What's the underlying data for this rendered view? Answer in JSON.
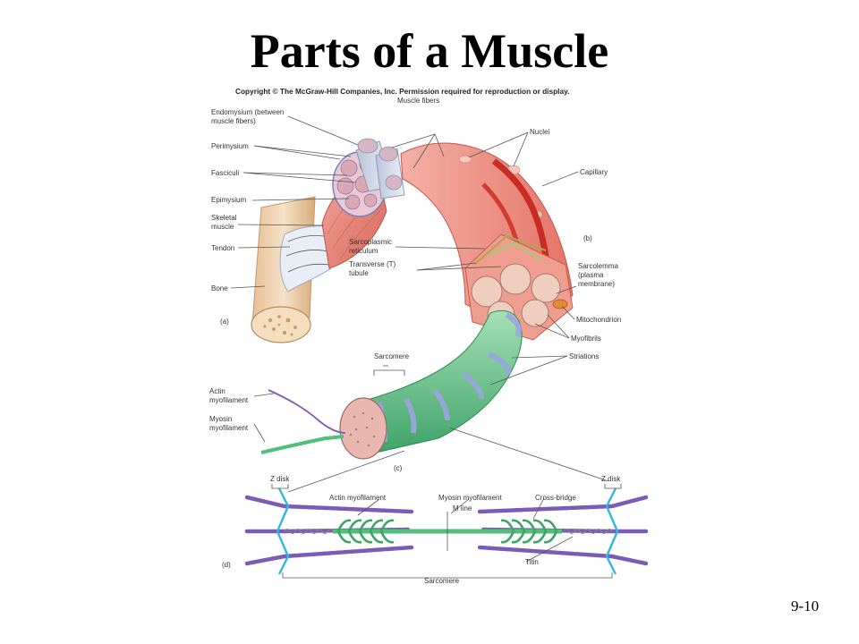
{
  "slide": {
    "title": "Parts of a Muscle",
    "copyright": "Copyright © The McGraw-Hill Companies, Inc. Permission required for reproduction or display.",
    "page_number": "9-10"
  },
  "figure": {
    "panel_letters": [
      "(a)",
      "(b)",
      "(c)",
      "(d)"
    ],
    "labels_a": {
      "endomysium_1": "Endomysium (between",
      "endomysium_2": "muscle fibers)",
      "perimysium": "Perimysium",
      "fasciculi": "Fasciculi",
      "epimysium": "Epimysium",
      "skeletal_1": "Skeletal",
      "skeletal_2": "muscle",
      "tendon": "Tendon",
      "bone": "Bone"
    },
    "labels_b": {
      "muscle_fibers": "Muscle fibers",
      "nuclei": "Nuclei",
      "capillary": "Capillary",
      "sr_1": "Sarcoplasmic",
      "sr_2": "reticulum",
      "tt_1": "Transverse (T)",
      "tt_2": "tubule",
      "sarcolemma_1": "Sarcolemma",
      "sarcolemma_2": "(plasma",
      "sarcolemma_3": "membrane)",
      "mitochondrion": "Mitochondrion",
      "myofibrils": "Myofibrils"
    },
    "labels_c": {
      "sarcomere": "Sarcomere",
      "striations": "Striations",
      "actin_1": "Actin",
      "actin_2": "myofilament",
      "myosin_1": "Myosin",
      "myosin_2": "myofilament"
    },
    "labels_d": {
      "z_disk_left": "Z disk",
      "z_disk_right": "Z disk",
      "actin": "Actin myofilament",
      "myosin": "Myosin myofilament",
      "cross_bridge": "Cross-bridge",
      "m_line": "M line",
      "titin": "Titin",
      "sarcomere": "Sarcomere"
    },
    "colors": {
      "muscle": "#e8867a",
      "fascicle": "#d9c7d8",
      "bone": "#f1d7b6",
      "myofibril_green": "#5fbf7f",
      "band_blue": "#9aa6dd",
      "actin_purple": "#7b5bb5",
      "z_disk_cyan": "#33b5e6",
      "myosin_green": "#7fd29a"
    }
  }
}
